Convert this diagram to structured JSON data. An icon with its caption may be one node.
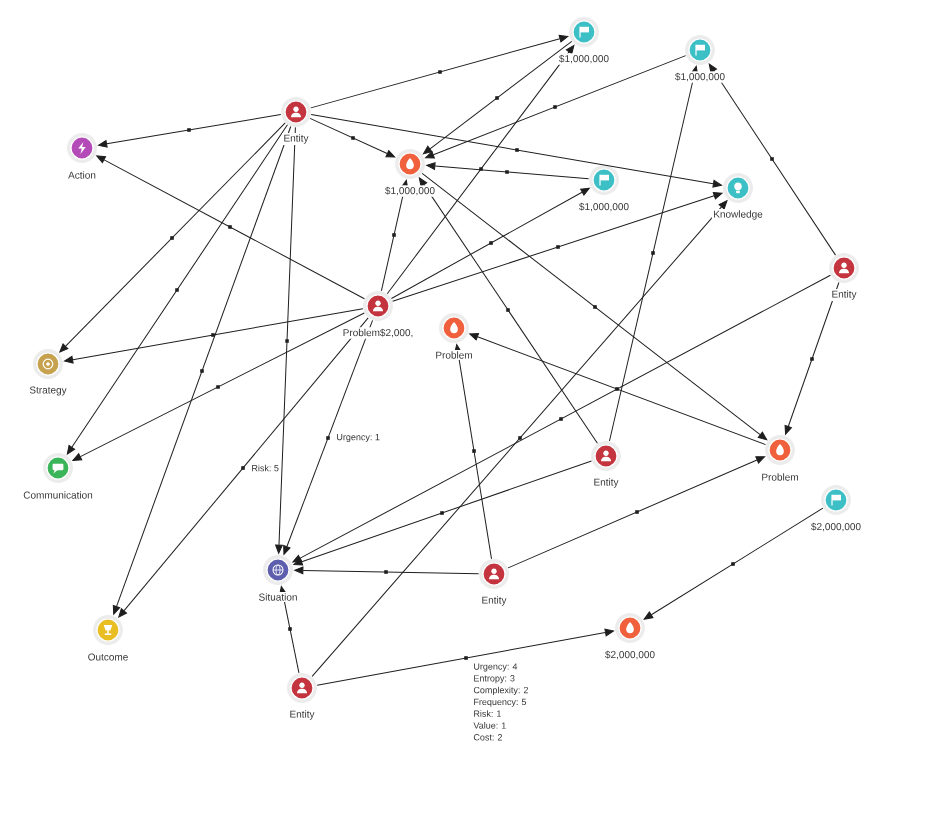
{
  "diagram": {
    "nodes": [
      {
        "text": [
          "$1,000,000"
        ]
      },
      {
        "text": [
          "$1,000,000"
        ]
      },
      {
        "text": [
          "Entity"
        ]
      },
      {
        "text": [
          "Action"
        ]
      },
      {
        "text": [
          "$1,000,000"
        ]
      },
      {
        "text": [
          "$1,000,000"
        ]
      },
      {
        "text": [
          "Knowledge"
        ]
      },
      {
        "text": [
          "Entity"
        ]
      },
      {
        "text": [
          "Problem$2,000,"
        ]
      },
      {
        "text": [
          "Problem"
        ]
      },
      {
        "text": [
          "Strategy"
        ]
      },
      {
        "text": [
          "Entity"
        ]
      },
      {
        "text": [
          "Problem"
        ]
      },
      {
        "text": [
          "Communication"
        ]
      },
      {
        "text": [
          "$2,000,000"
        ]
      },
      {
        "text": [
          "Situation"
        ]
      },
      {
        "text": [
          "Entity"
        ]
      },
      {
        "text": [
          "Outcome"
        ]
      },
      {
        "text": [
          "$2,000,000"
        ]
      },
      {
        "text": [
          "Entity"
        ]
      }
    ],
    "edges": [
      {
        "from": 2,
        "to": 3,
        "arrow": "to"
      },
      {
        "from": 2,
        "to": 0,
        "arrow": "to"
      },
      {
        "from": 2,
        "to": 4,
        "arrow": "to"
      },
      {
        "from": 2,
        "to": 6,
        "arrow": "to"
      },
      {
        "from": 2,
        "to": 10,
        "arrow": "to"
      },
      {
        "from": 2,
        "to": 13,
        "arrow": "to"
      },
      {
        "from": 2,
        "to": 17,
        "arrow": "to"
      },
      {
        "from": 2,
        "to": 15,
        "arrow": "to"
      },
      {
        "from": 8,
        "to": 3,
        "arrow": "to"
      },
      {
        "from": 8,
        "to": 4,
        "arrow": "to"
      },
      {
        "from": 8,
        "to": 0,
        "arrow": "to"
      },
      {
        "from": 8,
        "to": 5,
        "arrow": "to"
      },
      {
        "from": 8,
        "to": 6,
        "arrow": "to"
      },
      {
        "from": 8,
        "to": 10,
        "arrow": "to"
      },
      {
        "from": 8,
        "to": 13,
        "arrow": "to"
      },
      {
        "from": 8,
        "to": 17,
        "arrow": "to",
        "label": "Risk: 5"
      },
      {
        "from": 8,
        "to": 15,
        "arrow": "to",
        "label": "Urgency: 1"
      },
      {
        "from": 0,
        "to": 4,
        "arrow": "to"
      },
      {
        "from": 1,
        "to": 4,
        "arrow": "to"
      },
      {
        "from": 5,
        "to": 4,
        "arrow": "to"
      },
      {
        "from": 11,
        "to": 4,
        "arrow": "to"
      },
      {
        "from": 4,
        "to": 12,
        "arrow": "to"
      },
      {
        "from": 11,
        "to": 1,
        "arrow": "to"
      },
      {
        "from": 7,
        "to": 1,
        "arrow": "to"
      },
      {
        "from": 7,
        "to": 15,
        "arrow": "to"
      },
      {
        "from": 7,
        "to": 12,
        "arrow": "to"
      },
      {
        "from": 11,
        "to": 15,
        "arrow": "to"
      },
      {
        "from": 16,
        "to": 15,
        "arrow": "to"
      },
      {
        "from": 19,
        "to": 15,
        "arrow": "to"
      },
      {
        "from": 16,
        "to": 9,
        "arrow": "to"
      },
      {
        "from": 16,
        "to": 12,
        "arrow": "to"
      },
      {
        "from": 12,
        "to": 9,
        "arrow": "to"
      },
      {
        "from": 19,
        "to": 6,
        "arrow": "to"
      },
      {
        "from": 19,
        "to": 18,
        "arrow": "to",
        "label": "Urgency: 4 Entropy: 3 Complexity: 2 Frequency: 5 Risk: 1 Value: 1 Cost: 2"
      },
      {
        "from": 14,
        "to": 18,
        "arrow": "to"
      }
    ]
  }
}
